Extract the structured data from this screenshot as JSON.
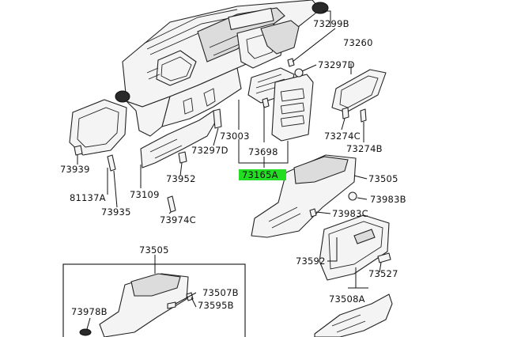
{
  "labels": {
    "p73299B": "73299B",
    "p73260": "73260",
    "p73297D_top": "73297D",
    "p73003": "73003",
    "p73698": "73698",
    "p73297D_mid": "73297D",
    "p73274C": "73274C",
    "p73274B": "73274B",
    "p73939": "73939",
    "p81137A": "81137A",
    "p73935": "73935",
    "p73109": "73109",
    "p73952": "73952",
    "p73974C": "73974C",
    "p73165A": "73165A",
    "p73505_right": "73505",
    "p73983B": "73983B",
    "p73983C": "73983C",
    "p73592": "73592",
    "p73527": "73527",
    "p73508A": "73508A",
    "p73505_box": "73505",
    "p73507B": "73507B",
    "p73595B": "73595B",
    "p73978B": "73978B"
  },
  "highlight_color": "#22dd22"
}
